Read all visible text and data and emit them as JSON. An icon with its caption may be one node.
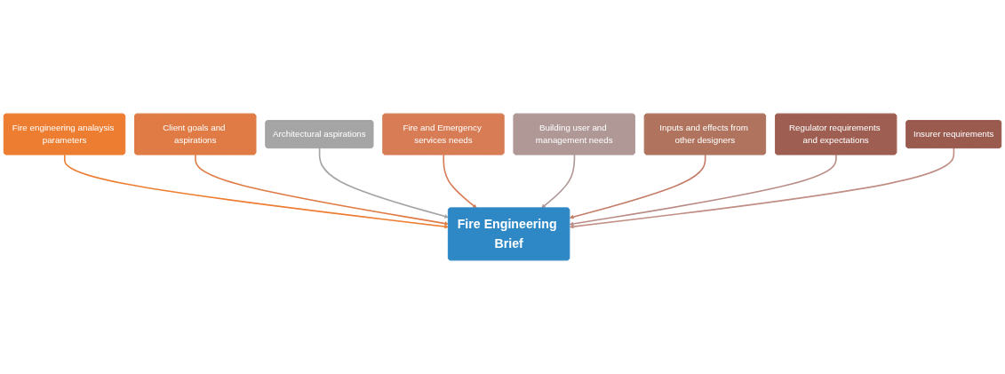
{
  "diagram": {
    "nodes": [
      {
        "text": [
          "Fire engineering analaysis parameters"
        ]
      },
      {
        "text": [
          "Client goals and aspirations"
        ]
      },
      {
        "text": [
          "Architectural aspirations"
        ]
      },
      {
        "text": [
          "Fire and Emergency services needs"
        ]
      },
      {
        "text": [
          "Fire Engineering Brief"
        ]
      },
      {
        "text": [
          "Building user and management needs"
        ]
      },
      {
        "text": [
          "Inputs and effects from other designers"
        ]
      },
      {
        "text": [
          "Regulator requirements and expectations"
        ]
      },
      {
        "text": [
          "Insurer requirements"
        ]
      }
    ],
    "edges": [
      {
        "from": 0,
        "to": 4,
        "arrow": "to",
        "color": "#ed7d31"
      },
      {
        "from": 1,
        "to": 4,
        "arrow": "to",
        "color": "#e07b45"
      },
      {
        "from": 2,
        "to": 4,
        "arrow": "to",
        "color": "#a5a5a5"
      },
      {
        "from": 3,
        "to": 4,
        "arrow": "to",
        "color": "#d77c55"
      },
      {
        "from": 5,
        "to": 4,
        "arrow": "to",
        "color": "#b09896"
      },
      {
        "from": 6,
        "to": 4,
        "arrow": "to",
        "color": "#c47d68"
      },
      {
        "from": 7,
        "to": 4,
        "arrow": "to",
        "color": "#b98c85"
      },
      {
        "from": 8,
        "to": 4,
        "arrow": "to",
        "color": "#c08e84"
      }
    ]
  }
}
